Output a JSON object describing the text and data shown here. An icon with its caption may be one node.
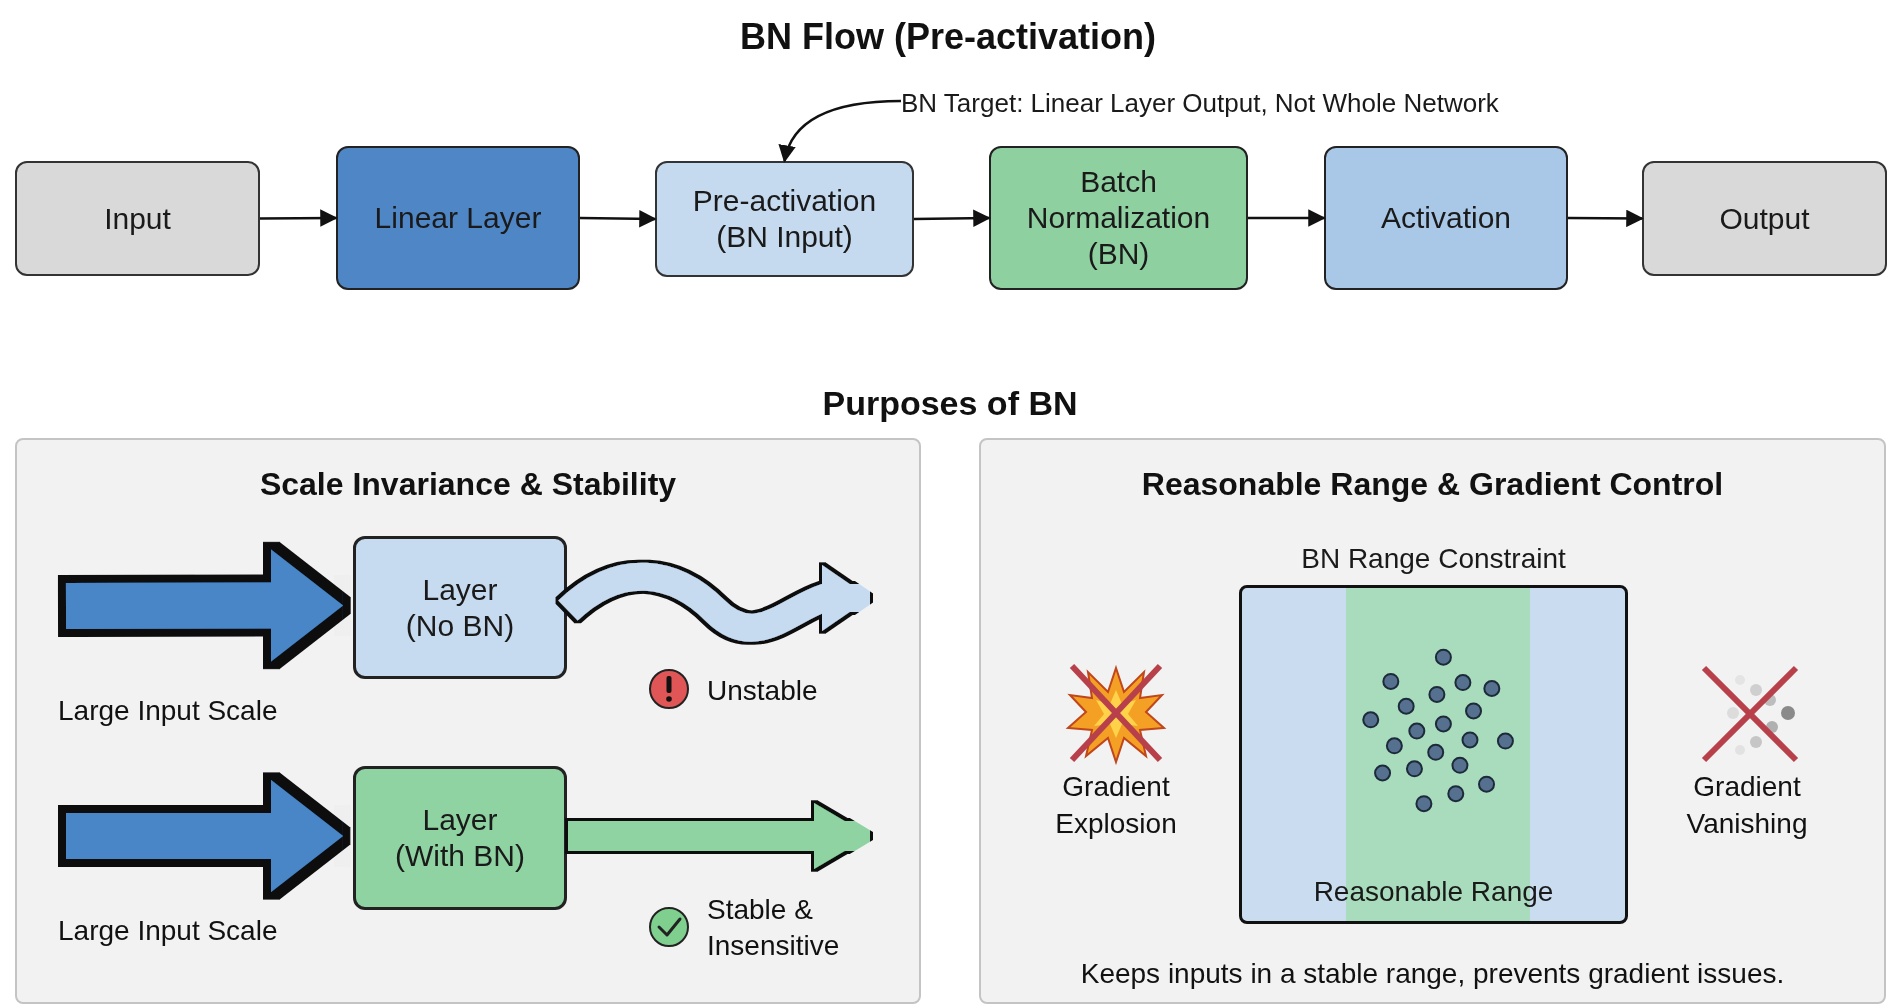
{
  "diagram": {
    "title": "BN Flow (Pre-activation)",
    "nodes": [
      {
        "text": [
          "Input"
        ]
      },
      {
        "text": [
          "Linear Layer"
        ]
      },
      {
        "text": [
          "Pre-activation (BN Input)"
        ]
      },
      {
        "text": [
          "Batch Normalization (BN)"
        ]
      },
      {
        "text": [
          "Activation"
        ]
      },
      {
        "text": [
          "Output"
        ]
      },
      {
        "text": [
          "BN Target: Linear Layer Output, Not Whole Network"
        ]
      },
      {
        "text": [
          "Scale Invariance & Stability"
        ]
      },
      {
        "text": [
          "Layer (No BN)"
        ],
        "in": 7
      },
      {
        "text": [
          "Layer (With BN)"
        ],
        "in": 7
      },
      {
        "text": [
          "Reasonable Range & Gradient Control"
        ]
      },
      {
        "text": [
          "Reasonable Range"
        ],
        "beside": [
          "BN Range Constraint"
        ],
        "in": 10
      }
    ],
    "edges": [
      {
        "from": 0,
        "to": 1,
        "arrow": "to"
      },
      {
        "from": 1,
        "to": 2,
        "arrow": "to"
      },
      {
        "from": 2,
        "to": 3,
        "arrow": "to"
      },
      {
        "from": 3,
        "to": 4,
        "arrow": "to"
      },
      {
        "from": 4,
        "to": 5,
        "arrow": "to"
      },
      {
        "from": 6,
        "to": 2,
        "arrow": "to"
      },
      {
        "from": null,
        "to": 8,
        "arrow": "to",
        "style": "thick",
        "color": "#4a86c8"
      },
      {
        "from": 8,
        "to": null,
        "arrow": "to",
        "style": "thick",
        "color": "#c6daf0"
      },
      {
        "from": null,
        "to": 9,
        "arrow": "to",
        "style": "thick",
        "color": "#4a86c8"
      },
      {
        "from": 9,
        "to": null,
        "arrow": "to",
        "style": "thick",
        "color": "#8fd3a2"
      }
    ],
    "labels": [
      "Purposes of BN",
      "Large Input Scale",
      "Unstable",
      "Large Input Scale",
      "Stable & Insensitive",
      "Gradient Explosion",
      "Gradient Vanishing",
      "Keeps inputs in a stable range, prevents gradient issues."
    ]
  }
}
